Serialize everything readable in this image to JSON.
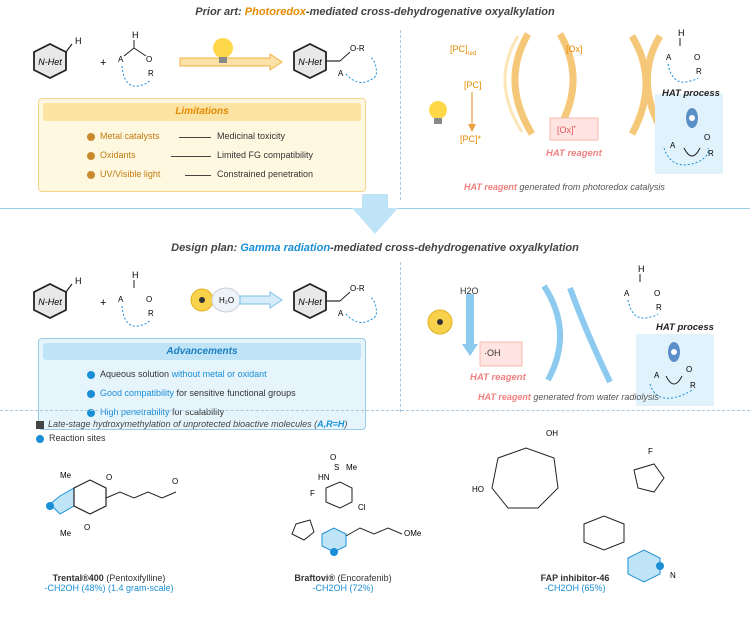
{
  "top": {
    "title_prefix": "Prior art: ",
    "title_highlight": "Photoredox",
    "title_suffix": "-mediated cross-dehydrogenative oxyalkylation",
    "nhet": "N-Het",
    "limitations": {
      "header": "Limitations",
      "rows": [
        {
          "left": "Metal catalysts",
          "right": "Medicinal toxicity"
        },
        {
          "left": "Oxidants",
          "right": "Limited FG compatibility"
        },
        {
          "left": "UV/Visible light",
          "right": "Constrained penetration"
        }
      ]
    },
    "cycle": {
      "pc_red": "[PC]",
      "pc_red_sub": "red",
      "pc": "[PC]",
      "pc_star": "[PC]*",
      "ox": "[Ox]",
      "ox_radical": "[Ox]",
      "hat_reagent": "HAT reagent",
      "hat_process": "HAT process",
      "note_hl": "HAT reagent",
      "note_rest": " generated from photoredox catalysis"
    }
  },
  "bottom": {
    "title_prefix": "Design plan: ",
    "title_highlight": "Gamma radiation",
    "title_suffix": "-mediated cross-dehydrogenative oxyalkylation",
    "h2o": "H2O",
    "advancements": {
      "header": "Advancements",
      "rows": [
        {
          "plain": "Aqueous solution ",
          "hl": "without metal or oxidant",
          "hl_first": false
        },
        {
          "hl": "Good compatibility",
          "plain": " for sensitive functional groups",
          "hl_first": true
        },
        {
          "hl": "High penetrability",
          "plain": " for scalability",
          "hl_first": true
        }
      ]
    },
    "cycle": {
      "h2o": "H2O",
      "oh": "·OH",
      "hat_reagent": "HAT reagent",
      "hat_process": "HAT process",
      "note_hl": "HAT reagent",
      "note_rest": " generated from water radiolysis"
    }
  },
  "legend": {
    "line1_prefix": "Late-stage hydroxymethylation of unprotected bioactive molecules (",
    "line1_hl": "A,R=H",
    "line1_suffix": ")",
    "line2": "Reaction sites"
  },
  "drugs": [
    {
      "name": "Trental®400",
      "sub": " (Pentoxifylline)",
      "yield": "-CH2OH (48%) (1.4 gram-scale)"
    },
    {
      "name": "Braftovi®",
      "sub": " (Encorafenib)",
      "yield": "-CH2OH (72%)"
    },
    {
      "name": "FAP inhibitor-46",
      "sub": "",
      "yield": "-CH2OH (65%)"
    }
  ],
  "colors": {
    "orange": "#e68a00",
    "blue": "#1a8fd6",
    "pink": "#f08080",
    "lim_bg": "#fff8e0",
    "adv_bg": "#e6f4fc"
  }
}
